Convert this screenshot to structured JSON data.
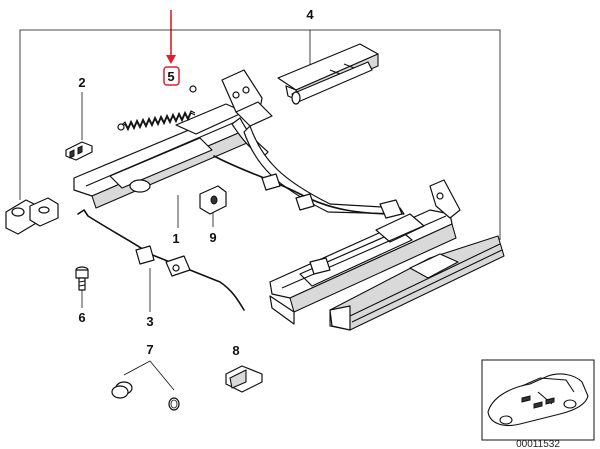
{
  "labels": {
    "p1": "1",
    "p2": "2",
    "p3": "3",
    "p4": "4",
    "p5": "5",
    "p6": "6",
    "p7": "7",
    "p8": "8",
    "p9": "9"
  },
  "highlight_color": "#e0202a",
  "diagram_code": "00011532"
}
